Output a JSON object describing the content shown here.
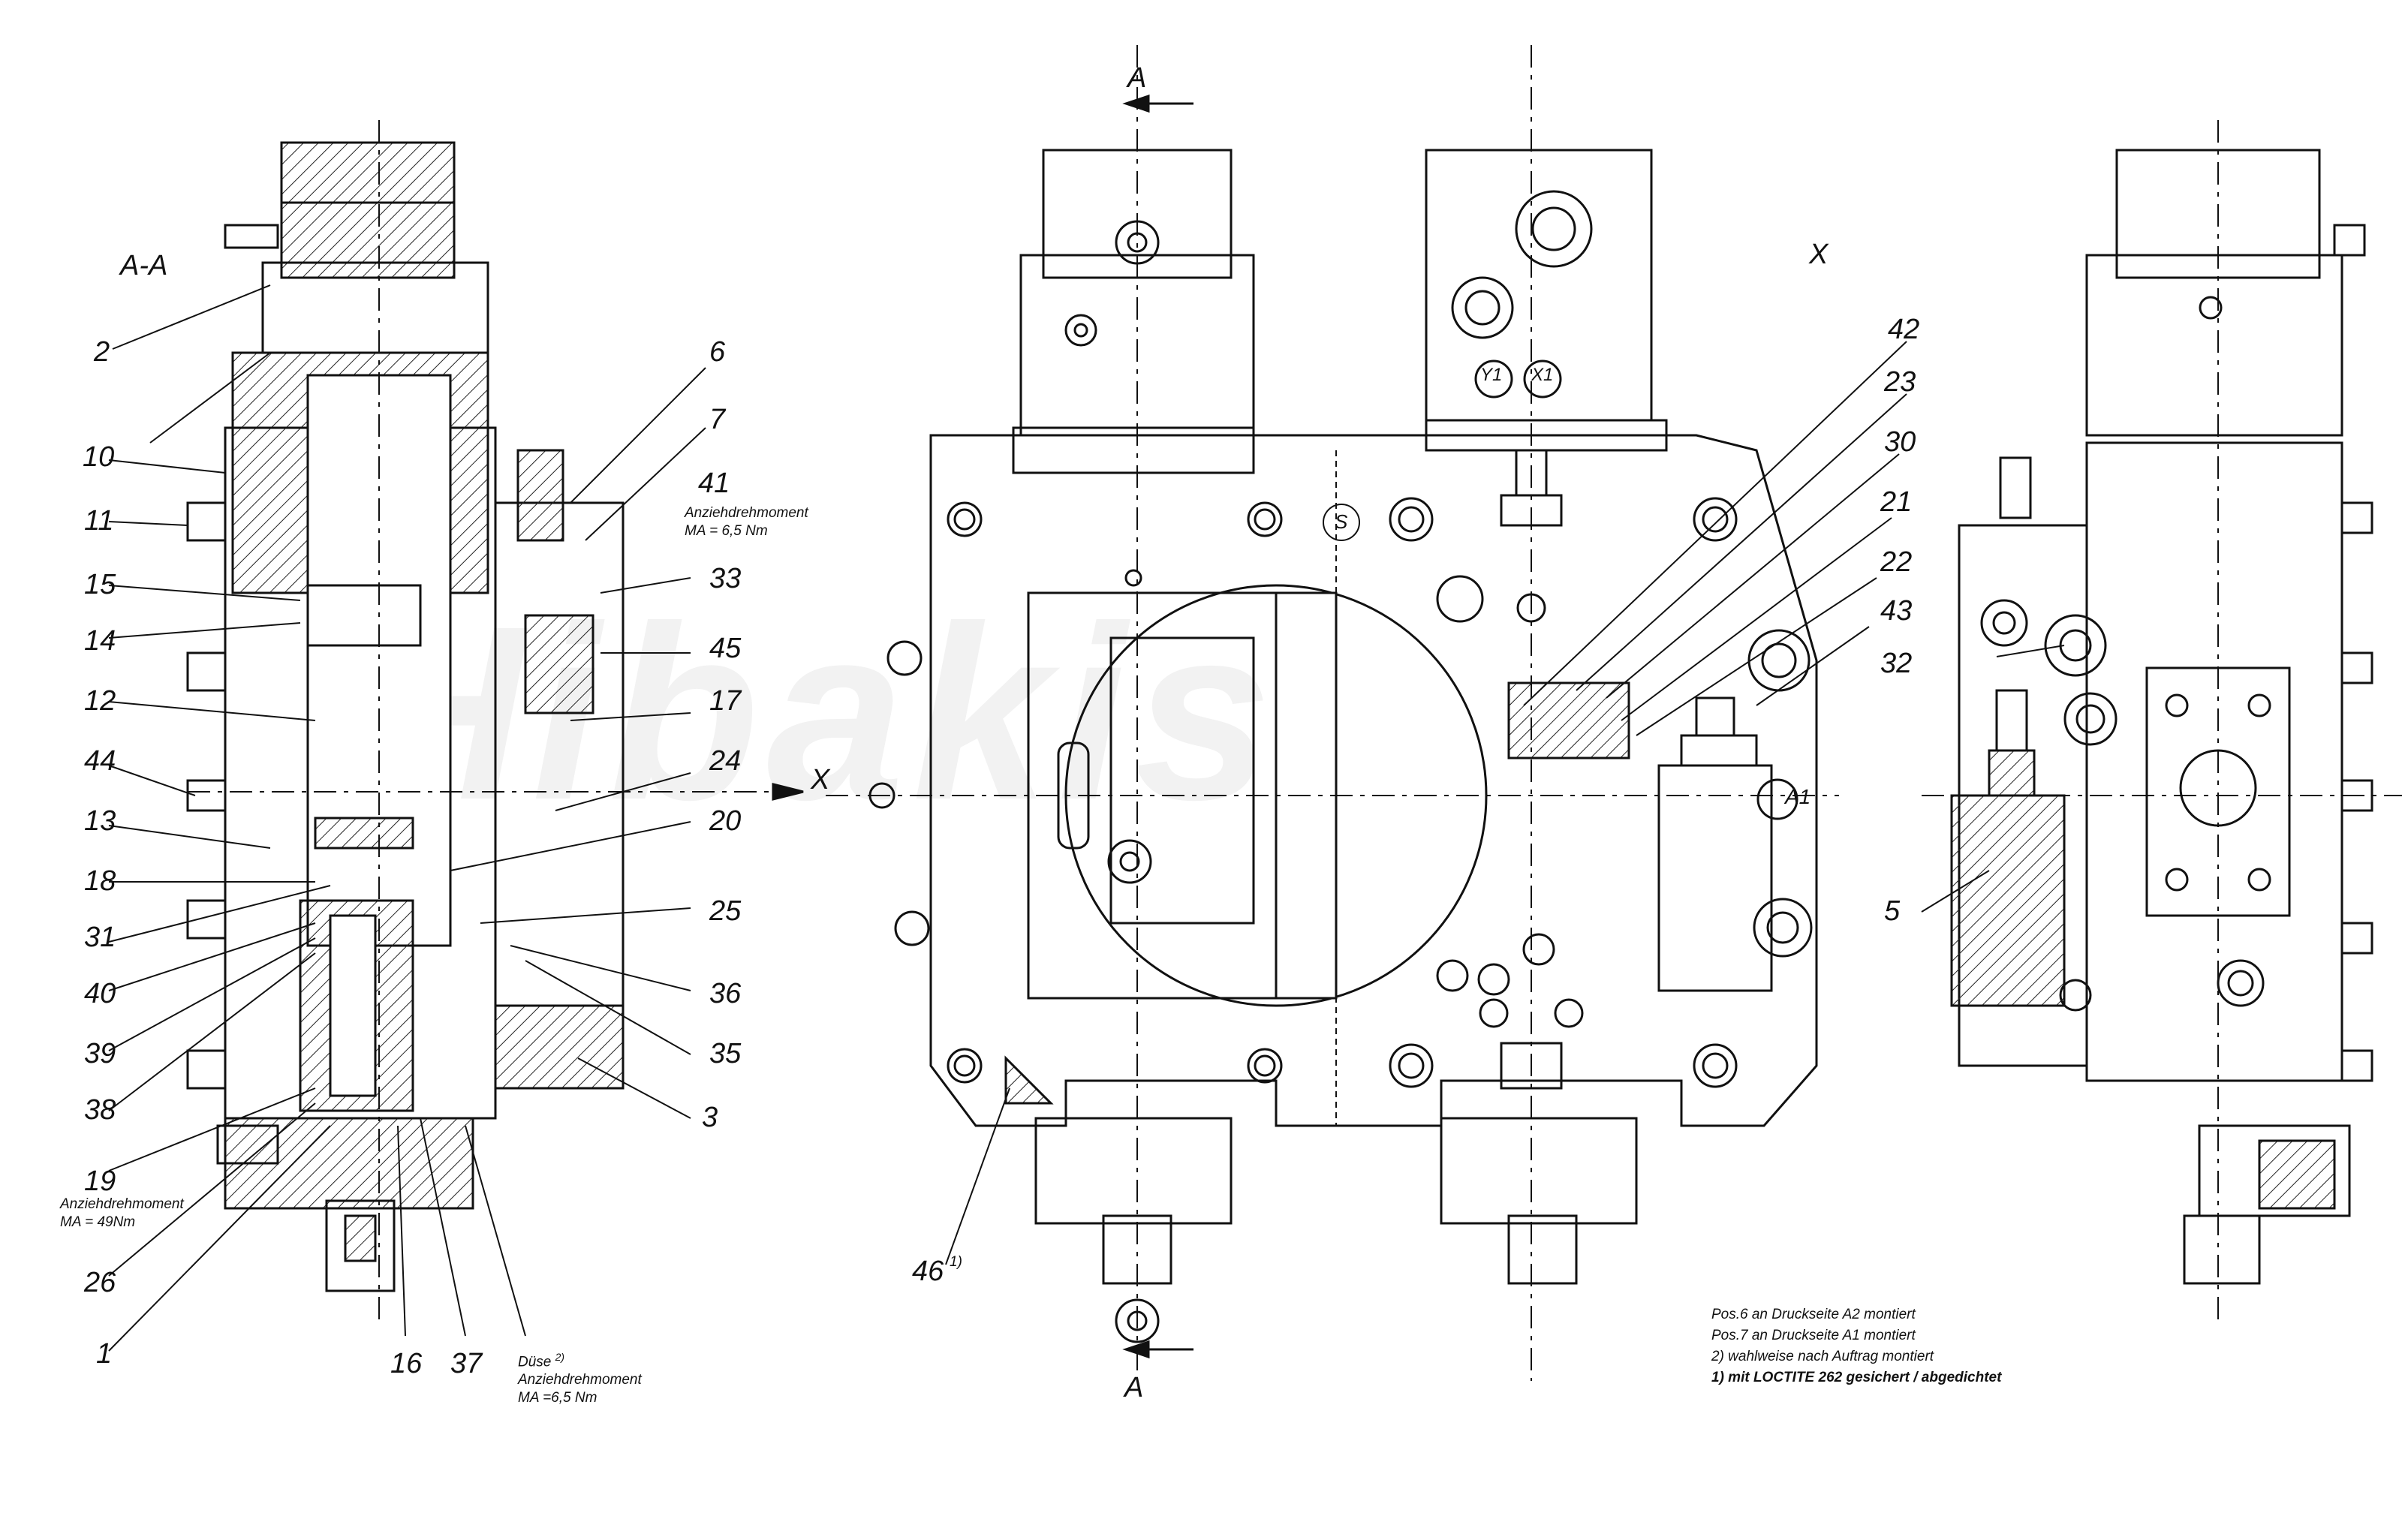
{
  "section_label": "A-A",
  "section_marker": "A",
  "axis_label": "X",
  "watermark": "Hibakis",
  "callouts": [
    "2",
    "10",
    "11",
    "15",
    "14",
    "12",
    "44",
    "13",
    "18",
    "31",
    "40",
    "39",
    "38",
    "19",
    "26",
    "1",
    "16",
    "37",
    "6",
    "7",
    "41",
    "33",
    "45",
    "17",
    "24",
    "20",
    "25",
    "36",
    "35",
    "3",
    "42",
    "23",
    "30",
    "21",
    "22",
    "43",
    "32",
    "5",
    "46"
  ],
  "port_labels": [
    "Y1",
    "X1",
    "A1",
    "S"
  ],
  "torque_notes": {
    "top": {
      "title": "Anziehdrehmoment",
      "value": "MA = 6,5 Nm"
    },
    "left": {
      "title": "Anziehdrehmoment",
      "value": "MA = 49Nm"
    },
    "bottom": {
      "prefix": "Düse",
      "footnote": "2)",
      "title": "Anziehdrehmoment",
      "value": "MA =6,5 Nm"
    }
  },
  "footnote_mark": "1)",
  "general_notes": [
    "Pos.6  an  Druckseite A2 montiert",
    "Pos.7  an  Druckseite A1 montiert",
    "2) wahlweise  nach  Auftrag  montiert",
    "1) mit LOCTITE 262 gesichert / abgedichtet"
  ]
}
